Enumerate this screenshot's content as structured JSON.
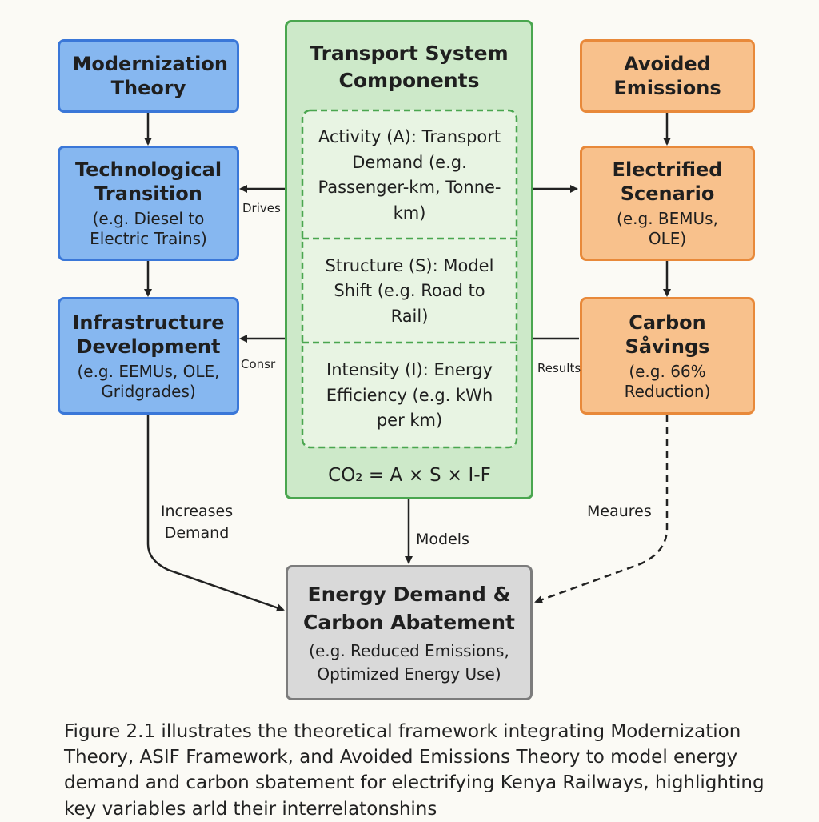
{
  "left_column": {
    "modernization": {
      "title": "Modernization Theory"
    },
    "technological": {
      "title": "Technological Transition",
      "sub": "(e.g. Diesel to Electric Trains)"
    },
    "infrastructure": {
      "title": "Infrastructure Development",
      "sub": "(e.g. EEMUs, OLE, Gridgrades)"
    }
  },
  "center_column": {
    "title": "Transport System Components",
    "activity": "Activity (A): Transport Demand (e.g. Passenger-km, Tonne-km)",
    "structure": "Structure (S): Model Shift (e.g. Road to Rail)",
    "intensity": "Intensity (I): Energy Efficiency (e.g. kWh per km)",
    "formula": "CO₂ = A × S × I-F"
  },
  "right_column": {
    "avoided": {
      "title": "Avoided Emissions"
    },
    "electrified": {
      "title": "Electrified Scenario",
      "sub": "(e.g. BEMUs, OLE)"
    },
    "carbon": {
      "title": "Carbon Såvings",
      "sub": "(e.g. 66% Reduction)"
    }
  },
  "bottom": {
    "title": "Energy Demand & Carbon Abatement",
    "sub": "(e.g. Reduced Emissions, Optimized Energy Use)"
  },
  "edge_labels": {
    "drives": "Drives",
    "consr": "Consr",
    "results": "Results",
    "increases": "Increases Demand",
    "models": "Models",
    "meaures": "Meaures"
  },
  "caption": "Figure 2.1 illustrates the theoretical framework integrating Modernization Theory, ASIF Framework, and Avoided Emissions Theory to model energy demand and carbon sbatement for electrifying Kenya Railways, highlighting key variables arld their interrelatonshins",
  "colors": {
    "blue_fill": "#86b7f0",
    "blue_border": "#3a77d8",
    "orange_fill": "#f8c18c",
    "orange_border": "#e8893a",
    "green_fill": "#cde9c9",
    "green_border": "#4aa64f",
    "gray_fill": "#d9d9d9",
    "gray_border": "#7c7c7c"
  }
}
